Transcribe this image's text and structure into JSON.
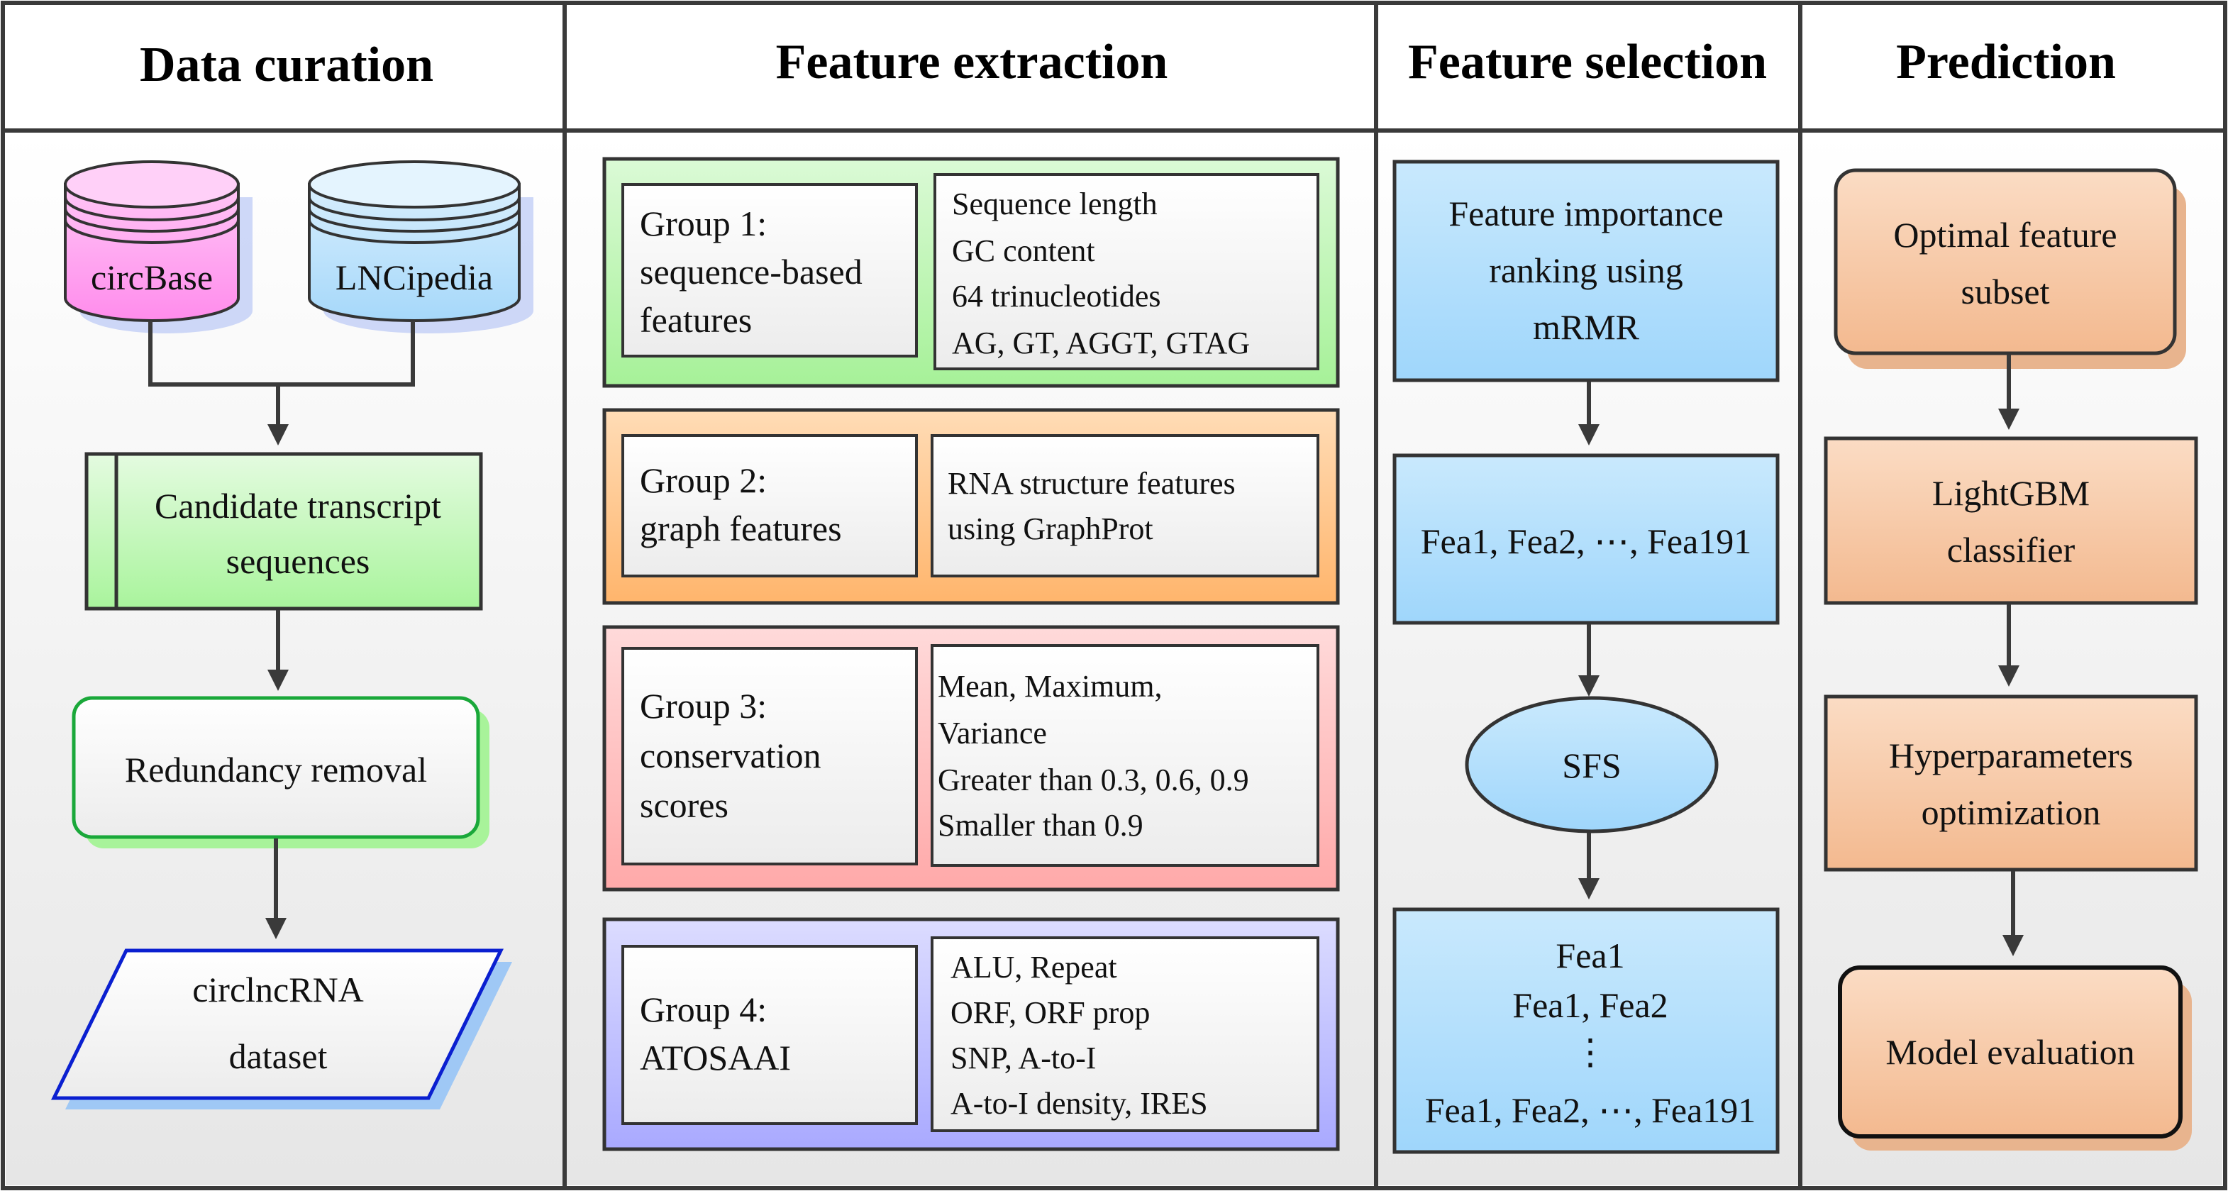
{
  "columns": {
    "data_curation": "Data curation",
    "feature_extraction": "Feature extraction",
    "feature_selection": "Feature selection",
    "prediction": "Prediction"
  },
  "data_curation": {
    "db1": "circBase",
    "db2": "LNCipedia",
    "candidate": [
      "Candidate transcript",
      "sequences"
    ],
    "redundancy": "Redundancy removal",
    "dataset": [
      "circlncRNA",
      "dataset"
    ]
  },
  "feature_extraction": {
    "groups": [
      {
        "label": [
          "Group 1:",
          "sequence-based",
          "features"
        ],
        "items": [
          "Sequence length",
          "GC content",
          "64 trinucleotides",
          "AG, GT, AGGT, GTAG"
        ],
        "color": "#b9f5b0"
      },
      {
        "label": [
          "Group 2:",
          "graph features"
        ],
        "items": [
          "RNA structure features",
          "using GraphProt"
        ],
        "color": "#ffc98f"
      },
      {
        "label": [
          "Group 3:",
          "conservation",
          "scores"
        ],
        "items": [
          "Mean, Maximum,",
          "Variance",
          "Greater than  0.3, 0.6, 0.9",
          "Smaller than  0.9"
        ],
        "color": "#ffc3c3"
      },
      {
        "label": [
          "Group 4:",
          "ATOSAAI"
        ],
        "items": [
          "ALU, Repeat",
          "ORF, ORF prop",
          "SNP,  A-to-I",
          "A-to-I density, IRES"
        ],
        "color": "#c3c3ff"
      }
    ]
  },
  "feature_selection": {
    "ranking": [
      "Feature importance",
      "ranking using",
      "mRMR"
    ],
    "features": "Fea1, Fea2, ⋯, Fea191",
    "sfs": "SFS",
    "subsets": [
      "Fea1",
      "Fea1, Fea2",
      "⋮",
      "Fea1, Fea2, ⋯, Fea191"
    ]
  },
  "prediction": {
    "optimal": [
      "Optimal feature",
      "subset"
    ],
    "classifier": [
      "LightGBM",
      "classifier"
    ],
    "hyper": [
      "Hyperparameters",
      "optimization"
    ],
    "evaluation": "Model evaluation"
  },
  "colors": {
    "blue_box": "#bfe3fb",
    "orange_box": "#f7c9a7",
    "green_box": "#bff5b5",
    "pink_db": "#ff9cf0",
    "blue_db": "#b0dcfa"
  }
}
